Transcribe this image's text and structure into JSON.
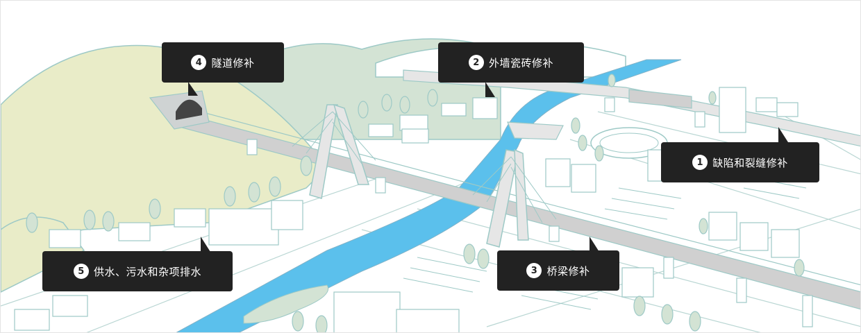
{
  "colors": {
    "hill": "#e9ecc8",
    "hill_far": "#d3e3d4",
    "river": "#5bc0ec",
    "road": "#d0d0d0",
    "line": "#9dc9c6",
    "callout_bg": "#222222",
    "callout_text": "#ffffff"
  },
  "callouts": [
    {
      "number": "1",
      "label": "缺陷和裂缝修补"
    },
    {
      "number": "2",
      "label": "外墙瓷砖修补"
    },
    {
      "number": "3",
      "label": "桥梁修补"
    },
    {
      "number": "4",
      "label": "隧道修补"
    },
    {
      "number": "5",
      "label": "供水、污水和杂项排水"
    }
  ]
}
